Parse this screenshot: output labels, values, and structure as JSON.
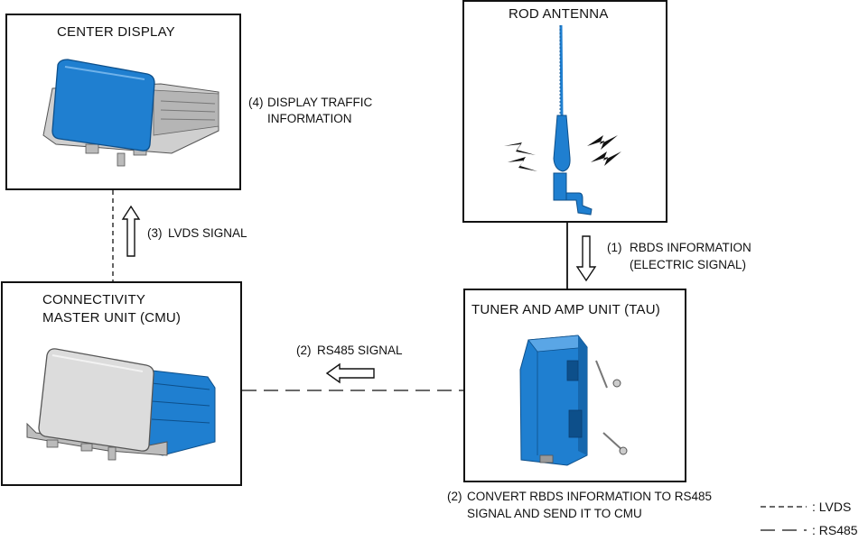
{
  "boxes": {
    "center_display": {
      "title": "CENTER DISPLAY"
    },
    "rod_antenna": {
      "title": "ROD ANTENNA"
    },
    "cmu": {
      "title_line1": "CONNECTIVITY",
      "title_line2": "MASTER UNIT (CMU)"
    },
    "tau": {
      "title": "TUNER AND AMP UNIT (TAU)"
    }
  },
  "steps": {
    "step1": {
      "num": "(1)",
      "line1": "RBDS INFORMATION",
      "line2": "(ELECTRIC SIGNAL)"
    },
    "step2_signal": {
      "num": "(2)",
      "text": "RS485 SIGNAL"
    },
    "step2_convert": {
      "num": "(2)",
      "line1": "CONVERT RBDS INFORMATION TO RS485",
      "line2": "SIGNAL AND SEND IT TO CMU"
    },
    "step3": {
      "num": "(3)",
      "text": "LVDS SIGNAL"
    },
    "step4": {
      "num": "(4)",
      "line1": "DISPLAY TRAFFIC",
      "line2": "INFORMATION"
    }
  },
  "legend": {
    "lvds": ": LVDS",
    "rs485": ": RS485"
  },
  "colors": {
    "device_blue": "#1f7fd0",
    "device_gray": "#c8c8c8",
    "line": "#111111"
  }
}
